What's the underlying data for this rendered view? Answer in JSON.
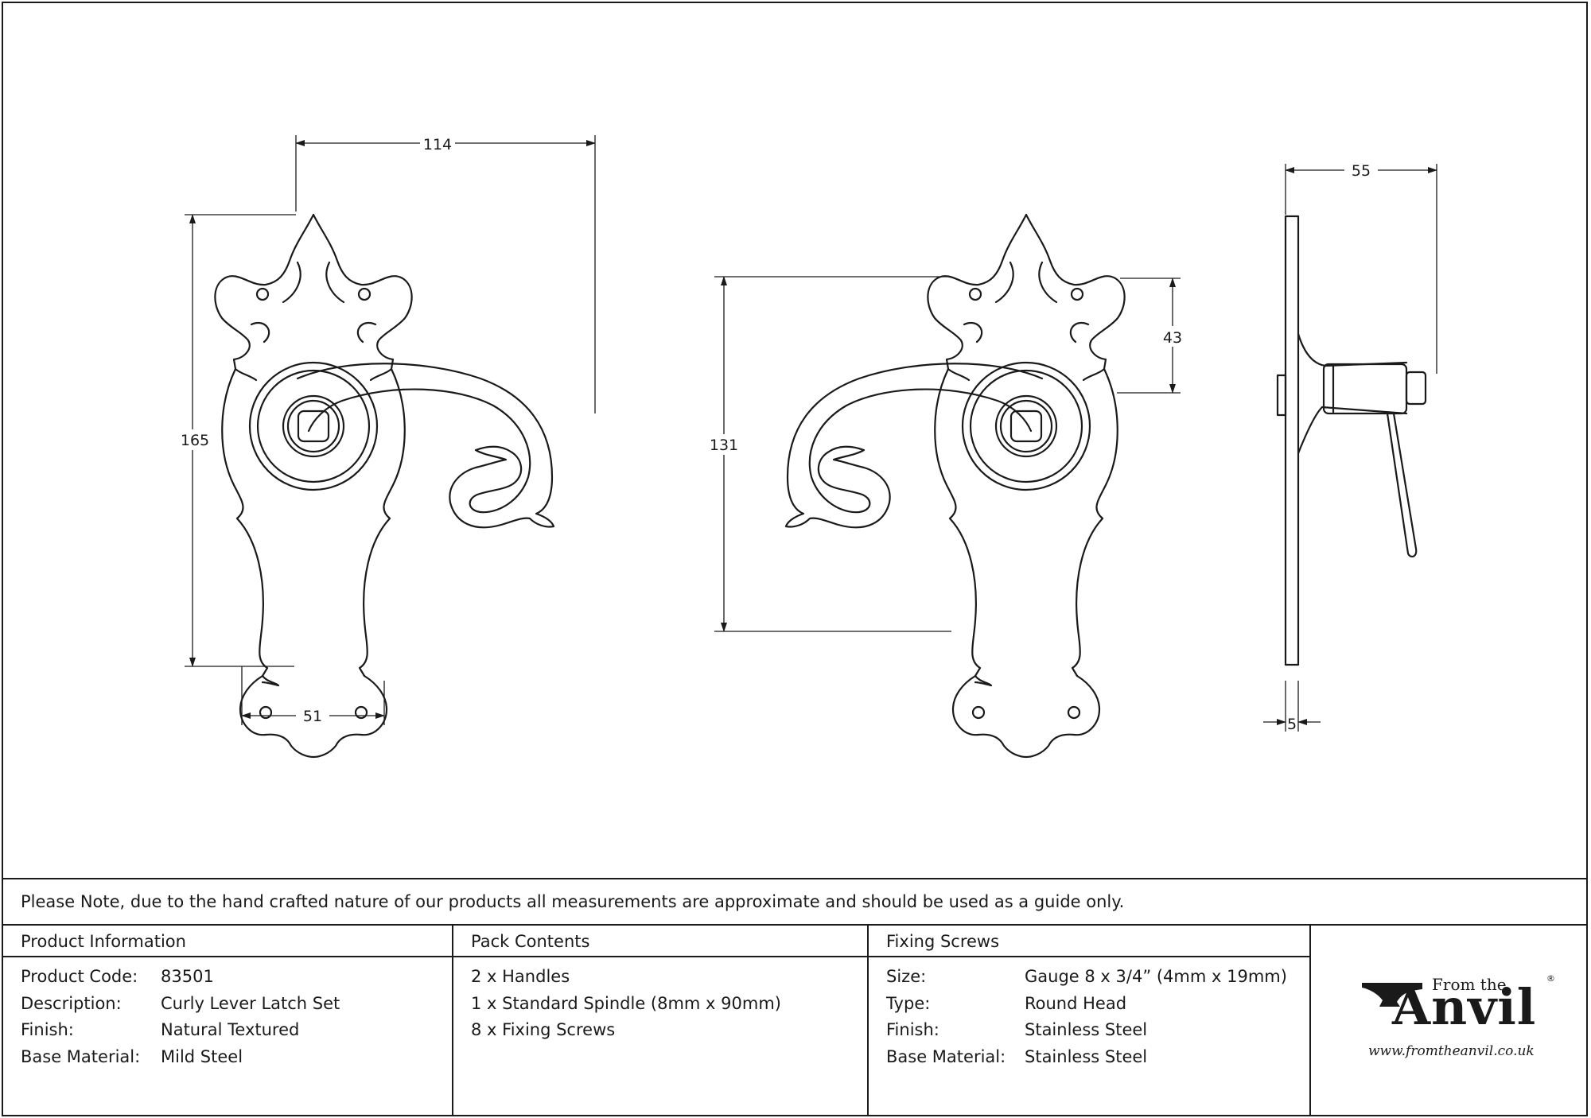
{
  "dimensions": {
    "front_width_overall": "114",
    "front_height": "165",
    "backplate_width": "51",
    "lever_height_from_bottom": "131",
    "center_to_top_offset": "43",
    "side_projection": "55",
    "plate_thickness": "5"
  },
  "note": "Please Note, due to the hand crafted nature of our products all measurements are approximate and should be used as a guide only.",
  "product_info": {
    "heading": "Product Information",
    "rows": [
      {
        "label": "Product Code:",
        "value": "83501"
      },
      {
        "label": "Description:",
        "value": "Curly Lever Latch Set"
      },
      {
        "label": "Finish:",
        "value": "Natural Textured"
      },
      {
        "label": "Base Material:",
        "value": "Mild Steel"
      }
    ]
  },
  "pack_contents": {
    "heading": "Pack Contents",
    "items": [
      "2 x Handles",
      "1 x Standard Spindle (8mm x 90mm)",
      "8 x Fixing Screws"
    ]
  },
  "fixing_screws": {
    "heading": "Fixing Screws",
    "rows": [
      {
        "label": "Size:",
        "value": "Gauge 8 x 3/4” (4mm x 19mm)"
      },
      {
        "label": "Type:",
        "value": "Round Head"
      },
      {
        "label": "Finish:",
        "value": "Stainless Steel"
      },
      {
        "label": "Base Material:",
        "value": "Stainless Steel"
      }
    ]
  },
  "logo": {
    "from_the": "From the",
    "name": "Anvil",
    "registered": "®",
    "url": "www.fromtheanvil.co.uk"
  }
}
